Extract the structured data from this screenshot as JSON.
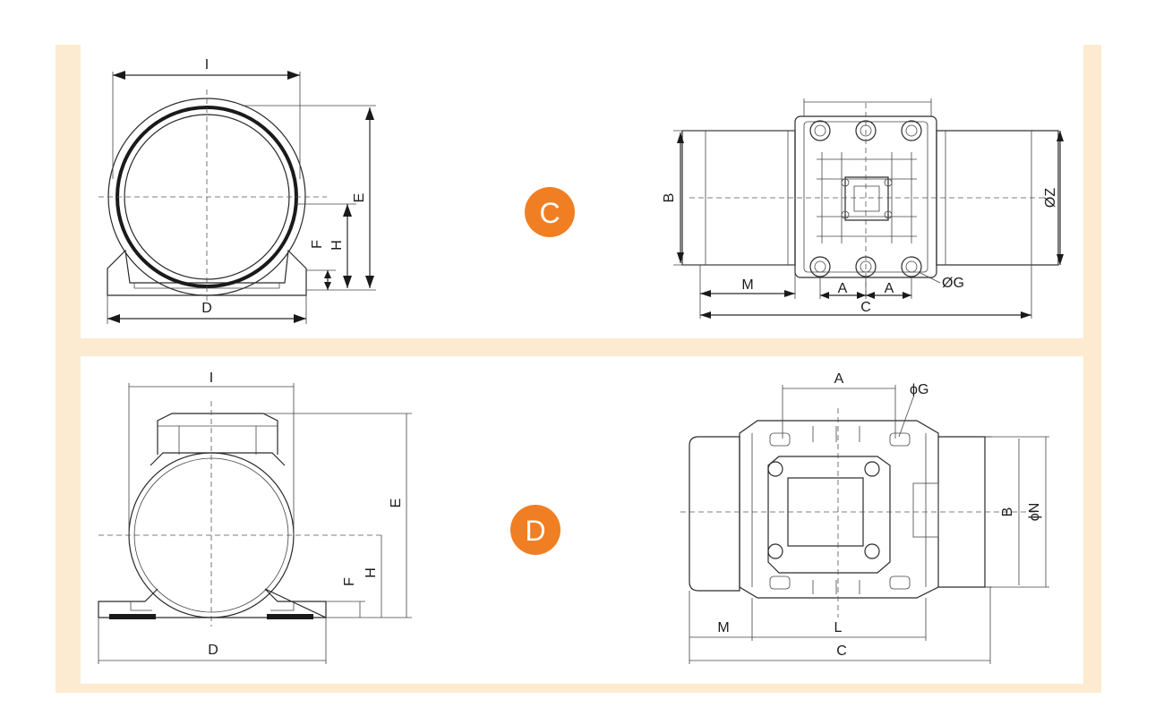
{
  "diagrams": {
    "c": {
      "badge": "C",
      "front_view": {
        "labels": {
          "I": "I",
          "D": "D",
          "E": "E",
          "H": "H",
          "F": "F"
        }
      },
      "side_view": {
        "labels": {
          "B": "B",
          "Z": "ØZ",
          "M": "M",
          "A1": "A",
          "A2": "A",
          "C": "C",
          "G": "ØG"
        }
      }
    },
    "d": {
      "badge": "D",
      "front_view": {
        "labels": {
          "I": "I",
          "D": "D",
          "E": "E",
          "H": "H",
          "F": "F"
        }
      },
      "side_view": {
        "labels": {
          "A": "A",
          "G": "ϕG",
          "B": "B",
          "N": "ϕN",
          "M": "M",
          "L": "L",
          "C": "C"
        }
      }
    }
  },
  "colors": {
    "frame": "#fcebd0",
    "panel": "#ffffff",
    "badge": "#f07f23",
    "line": "#2a2a2a"
  }
}
